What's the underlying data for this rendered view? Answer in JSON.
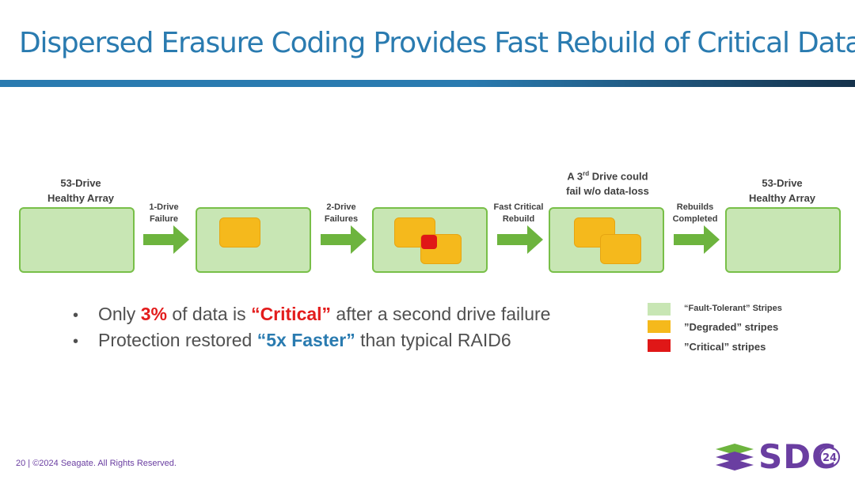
{
  "slide": {
    "title": "Dispersed Erasure Coding Provides Fast Rebuild of Critical Data"
  },
  "stages": [
    {
      "label_lines": [
        "53-Drive",
        "Healthy Array"
      ]
    },
    {
      "label_lines": []
    },
    {
      "label_lines": []
    },
    {
      "label_pre": "A 3",
      "label_sup": "rd",
      "label_post": " Drive could",
      "label_line2": "fail w/o data-loss"
    },
    {
      "label_lines": [
        "53-Drive",
        "Healthy Array"
      ]
    }
  ],
  "arrows": [
    {
      "label_lines": [
        "1-Drive",
        "Failure"
      ]
    },
    {
      "label_lines": [
        "2-Drive",
        "Failures"
      ]
    },
    {
      "label_lines": [
        "Fast Critical",
        "Rebuild"
      ]
    },
    {
      "label_lines": [
        "Rebuilds",
        "Completed"
      ]
    }
  ],
  "bullets": [
    {
      "pre": "Only ",
      "highlight1": "3%",
      "mid": " of data is ",
      "highlight2": "“Critical”",
      "post": " after a second drive failure"
    },
    {
      "pre": "Protection restored ",
      "highlight": "“5x Faster”",
      "post": " than typical RAID6"
    }
  ],
  "legend": [
    {
      "label": "“Fault-Tolerant” Stripes",
      "color": "#c8e6b4"
    },
    {
      "label": "”Degraded” stripes",
      "color": "#f5b91c"
    },
    {
      "label": "”Critical” stripes",
      "color": "#e01717"
    }
  ],
  "footer": {
    "text": "20 | ©2024 Seagate. All Rights Reserved."
  },
  "logo": {
    "text": "SDC",
    "badge": "24"
  },
  "colors": {
    "title_blue": "#2a7bb0",
    "healthy_fill": "#c8e6b4",
    "healthy_border": "#78bf48",
    "degraded": "#f5b91c",
    "critical": "#e01717",
    "arrow_green": "#6db43e",
    "logo_purple": "#6a3ea1"
  }
}
